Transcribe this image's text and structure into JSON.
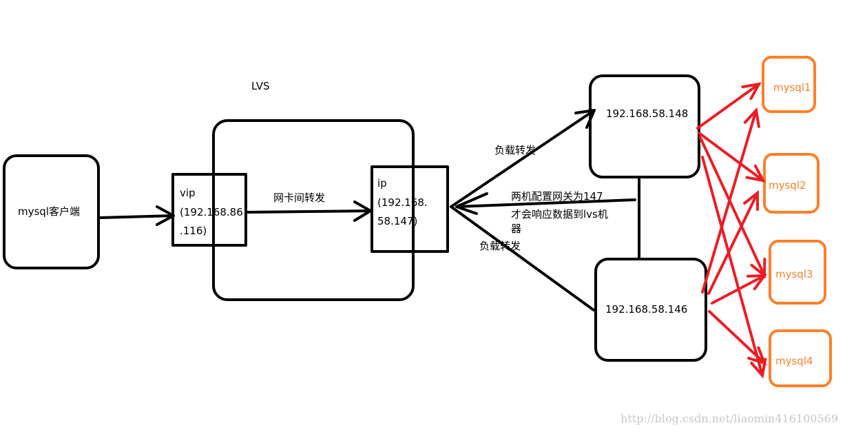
{
  "labels": {
    "lvs": "LVS",
    "client": "mysql客户端",
    "vip_line1": "vip",
    "vip_line2": "(192.168.86",
    "vip_line3": ".116)",
    "nic_forward": "网卡间转发",
    "ip_line1": "ip",
    "ip_line2": "(192.168.",
    "ip_line3": "58.147)",
    "load_forward_top": "负载转发",
    "load_forward_bottom": "负载转发",
    "gateway_note_line1": "两机配置网关为147",
    "gateway_note_line2": "才会响应数据到lvs机",
    "gateway_note_line3": "器",
    "server1": "192.168.58.148",
    "server2": "192.168.58.146",
    "mysql1": "mysql1",
    "mysql2": "mysql2",
    "mysql3": "mysql3",
    "mysql4": "mysql4"
  },
  "watermark": "http://blog.csdn.net/liaomin416100569",
  "colors": {
    "stroke": "#000000",
    "backend_box": "#ff7f27",
    "backend_arrows": "#ed1c24",
    "watermark": "#c8c8c8"
  }
}
